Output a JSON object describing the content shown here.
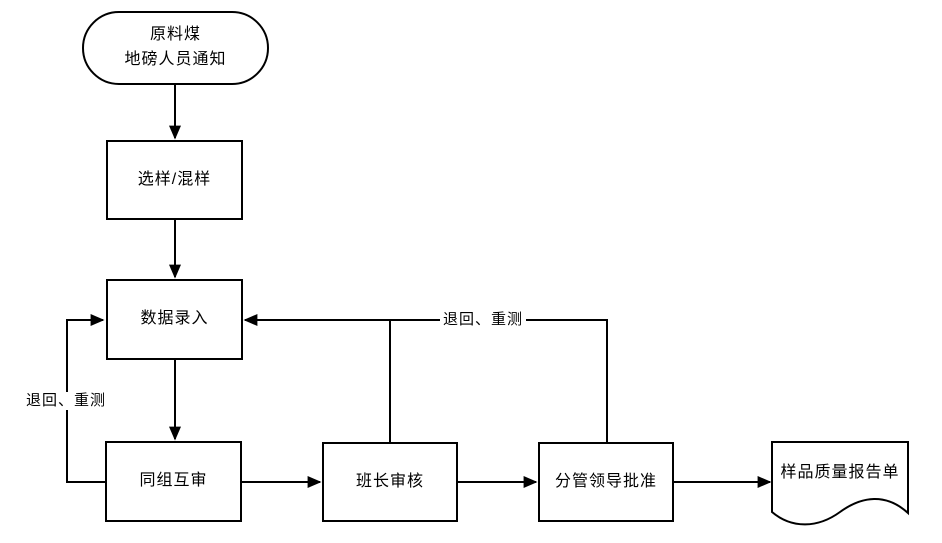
{
  "diagram_type": "flowchart",
  "nodes": {
    "start": {
      "type": "terminator",
      "line1": "原料煤",
      "line2": "地磅人员通知"
    },
    "sample": {
      "type": "process",
      "label": "选样/混样"
    },
    "entry": {
      "type": "process",
      "label": "数据录入"
    },
    "peer_review": {
      "type": "process",
      "label": "同组互审"
    },
    "leader_review": {
      "type": "process",
      "label": "班长审核"
    },
    "manager_approve": {
      "type": "process",
      "label": "分管领导批准"
    },
    "report": {
      "type": "document",
      "label": "样品质量报告单"
    }
  },
  "edge_labels": {
    "left_loop": "退回、重测",
    "top_loop": "退回、重测"
  },
  "flow": [
    "start -> sample",
    "sample -> entry",
    "entry -> peer_review",
    "peer_review -> leader_review",
    "leader_review -> manager_approve",
    "manager_approve -> report",
    "peer_review -> entry (退回、重测)",
    "leader_review -> entry (退回、重测)",
    "manager_approve -> entry (退回、重测)"
  ],
  "colors": {
    "line": "#000000",
    "fill": "#ffffff",
    "background": "#ffffff"
  }
}
